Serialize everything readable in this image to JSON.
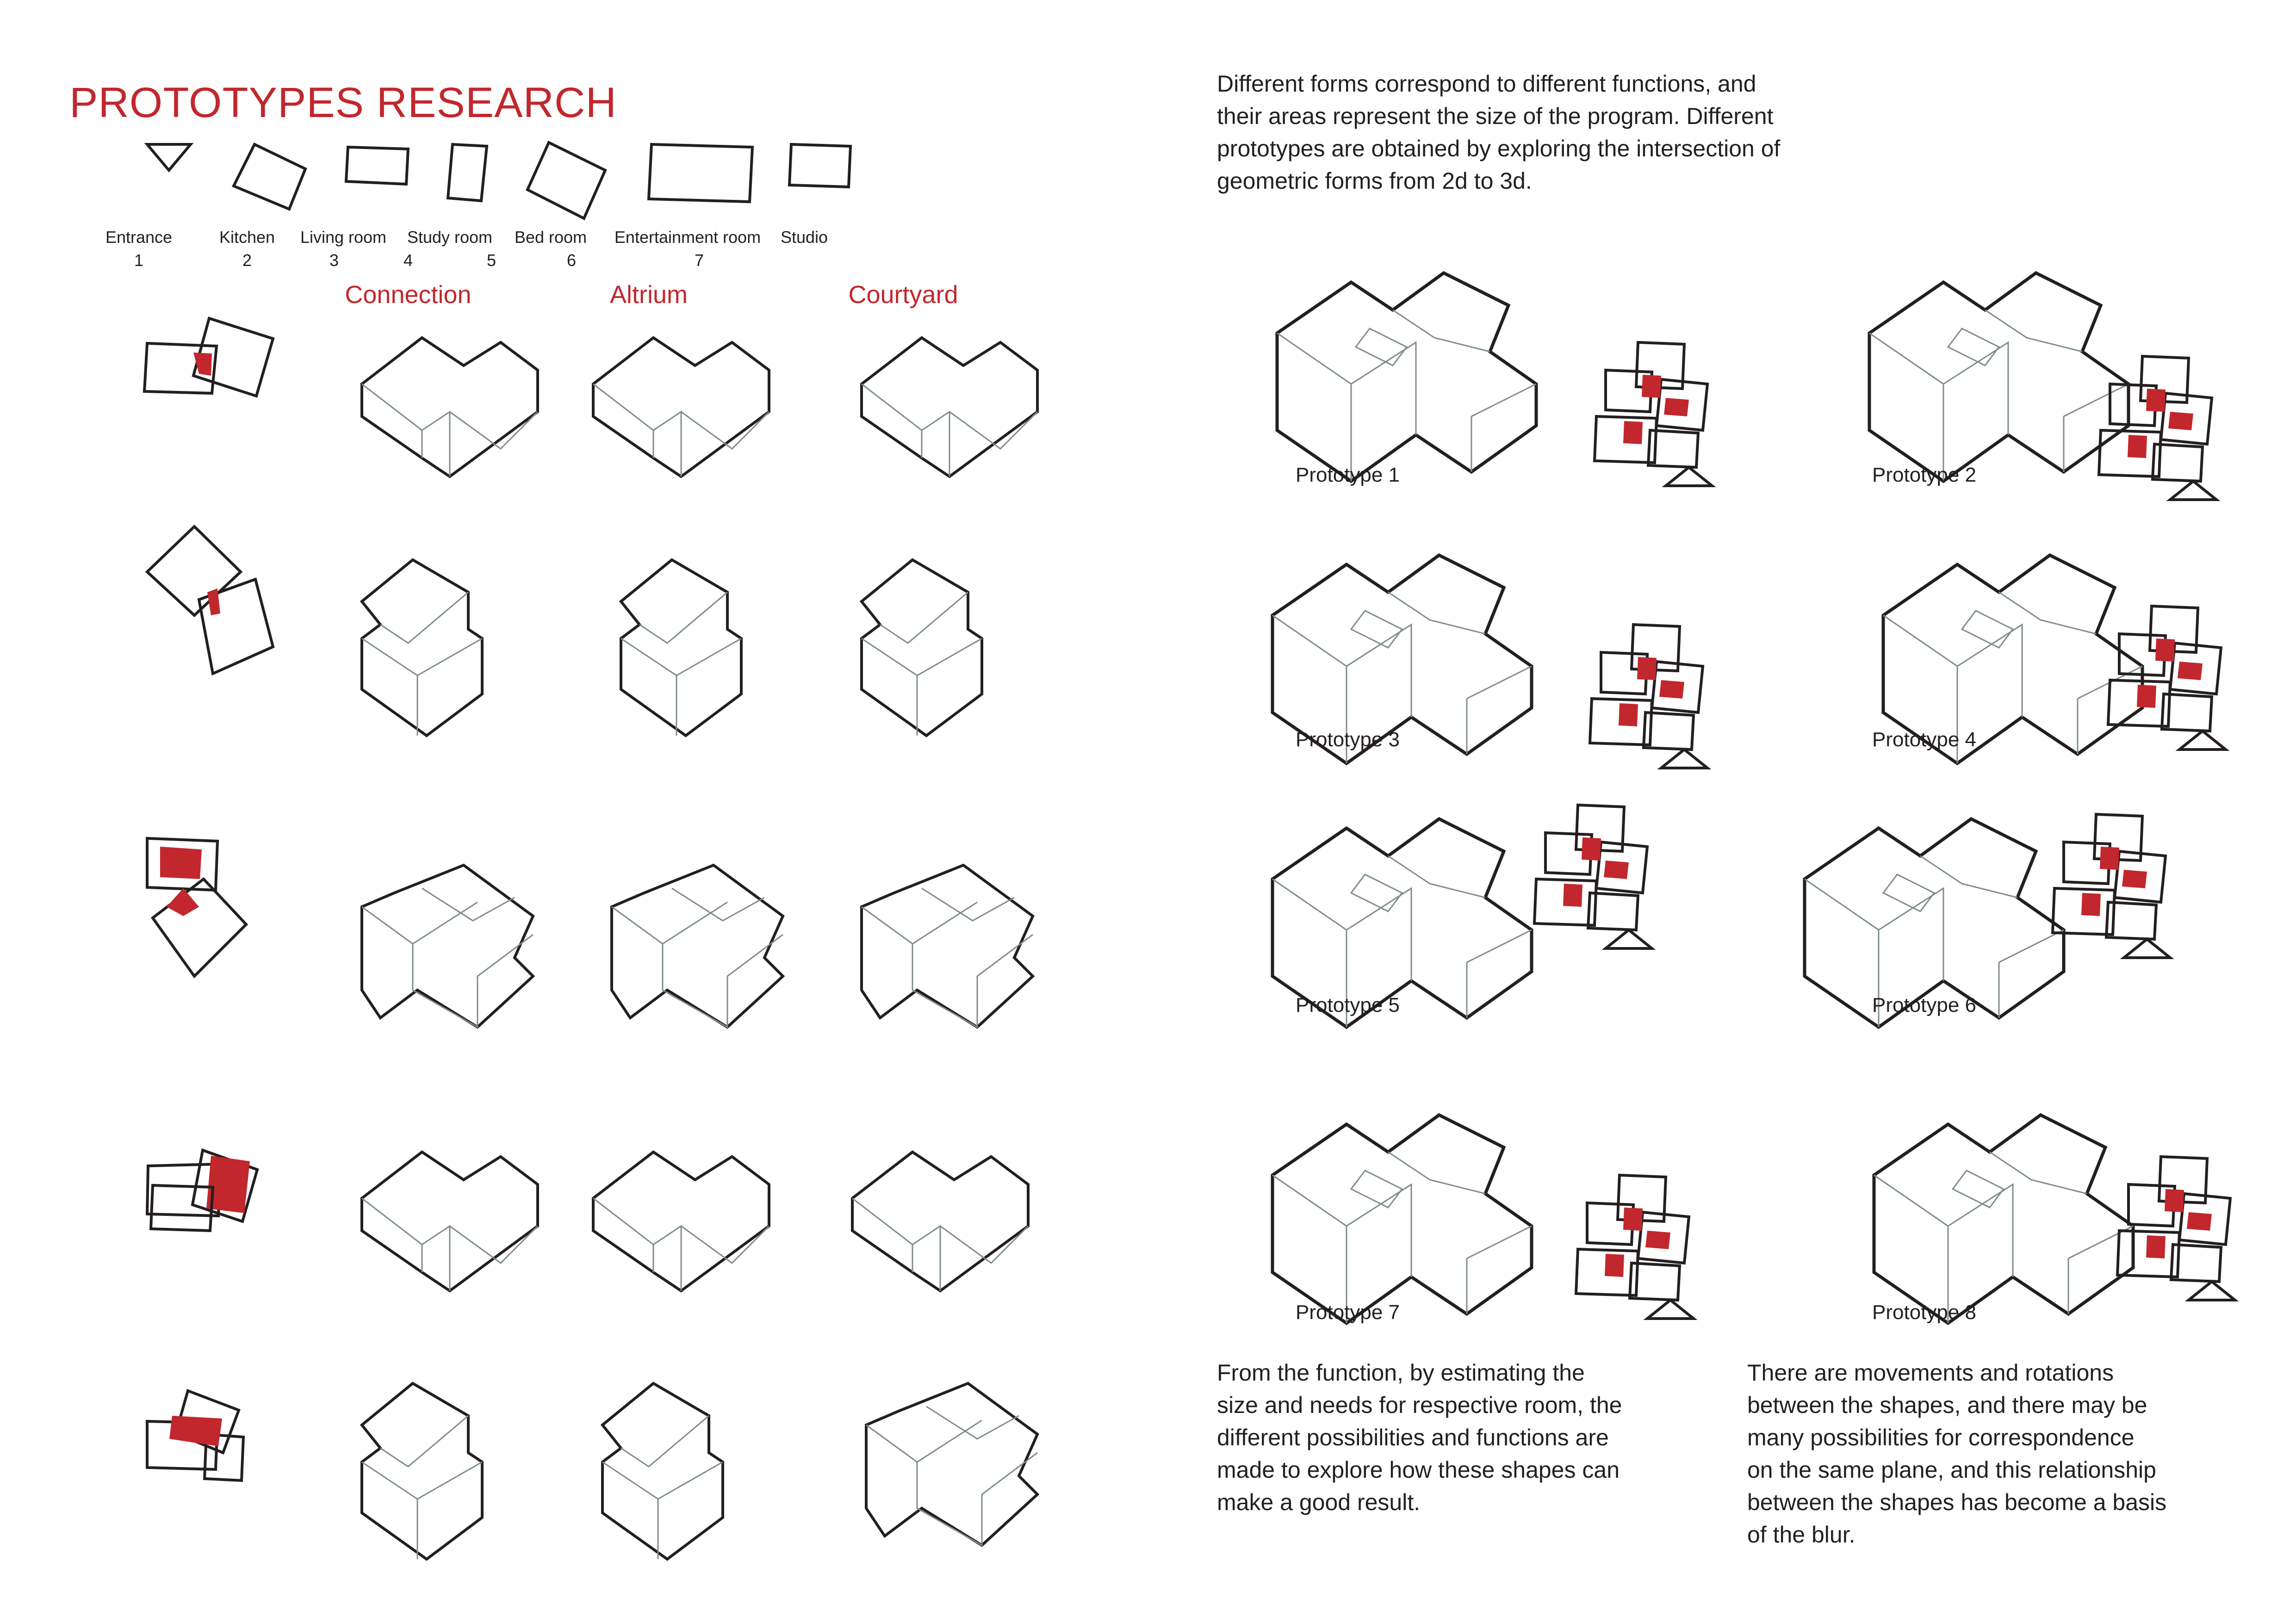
{
  "title": "PROTOTYPES RESEARCH",
  "legend": [
    {
      "label": "Entrance",
      "num": "1",
      "shape": "triangle-icon"
    },
    {
      "label": "Kitchen",
      "num": "2",
      "shape": "rotated-square-icon"
    },
    {
      "label": "Living room",
      "num": "3",
      "shape": "rectangle-icon"
    },
    {
      "label": "Study room",
      "num": "4",
      "shape": "tall-rectangle-icon"
    },
    {
      "label": "",
      "num": "5",
      "shape": ""
    },
    {
      "label": "Bed room",
      "num": "6",
      "shape": "rotated-square-icon"
    },
    {
      "label": "Entertainment room",
      "num": "7",
      "shape": "wide-rectangle-icon"
    },
    {
      "label": "Studio",
      "num": "",
      "shape": "rectangle-icon"
    }
  ],
  "columns": [
    "Connection",
    "Altrium",
    "Courtyard"
  ],
  "intro_lines": [
    "Different forms correspond to different functions, and",
    "their areas represent the size of the program. Different",
    "prototypes are obtained by exploring the intersection of",
    "geometric forms from 2d to 3d."
  ],
  "prototypes": [
    "Prototype 1",
    "Prototype 2",
    "Prototype 3",
    "Prototype 4",
    "Prototype 5",
    "Prototype 6",
    "Prototype 7",
    "Prototype 8"
  ],
  "bottom_left_lines": [
    "From the function, by estimating the",
    "size and needs for respective room, the",
    "different possibilities and functions are",
    "made to explore how these shapes can",
    "make a good result."
  ],
  "bottom_right_lines": [
    "There are movements and rotations",
    "between the shapes, and there may be",
    "many possibilities for correspondence",
    "on the same plane, and this relationship",
    "between the shapes has become a basis",
    "of the blur."
  ],
  "colors": {
    "accent": "#c1272d",
    "outline": "#231f20",
    "inner_line": "#7f8c8d"
  }
}
